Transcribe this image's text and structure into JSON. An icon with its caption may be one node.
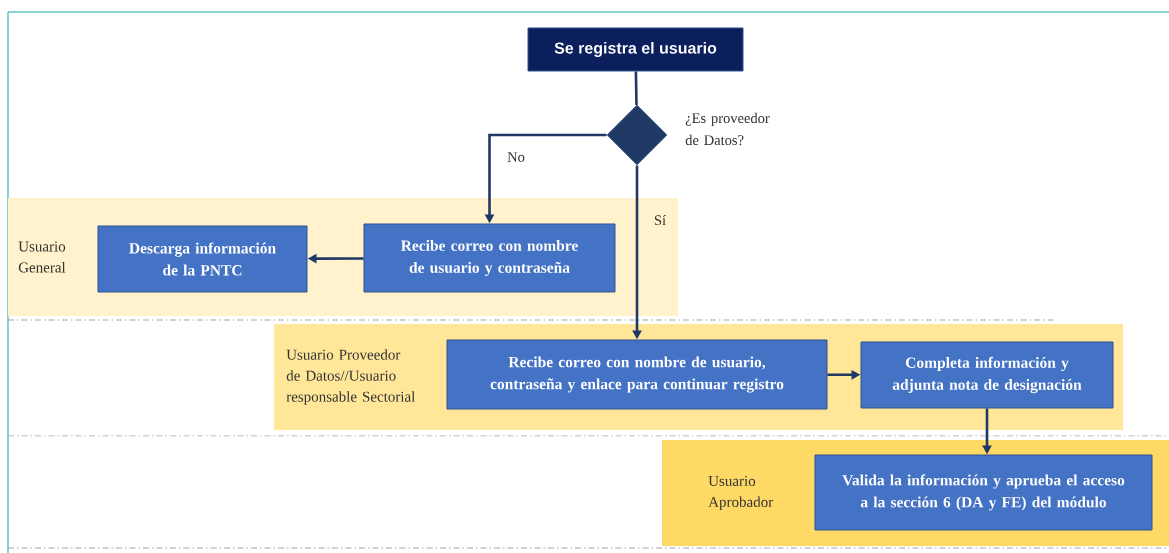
{
  "diagram": {
    "nodes": [
      {
        "text": [
          "Se registra el usuario"
        ]
      },
      {
        "text": [],
        "shape": "diamond",
        "beside": [
          "¿Es proveedor de Datos?"
        ]
      },
      {
        "text": [
          "Usuario General"
        ]
      },
      {
        "text": [
          "Descarga información de la PNTC"
        ],
        "in": 2
      },
      {
        "text": [
          "Recibe correo con nombre de usuario y contraseña"
        ],
        "in": 2
      },
      {
        "text": [
          "Usuario Proveedor de Datos//Usuario responsable Sectorial"
        ]
      },
      {
        "text": [
          "Recibe correo con nombre de usuario, contraseña y enlace para continuar registro"
        ],
        "in": 5
      },
      {
        "text": [
          "Completa información y adjunta nota de designación"
        ],
        "in": 5
      },
      {
        "text": [
          "Usuario Aprobador"
        ]
      },
      {
        "text": [
          "Valida la información y aprueba el acceso a la sección 6 (DA y FE) del módulo"
        ],
        "in": 8
      }
    ],
    "edges": [
      {
        "from": 0,
        "to": 1,
        "arrow": "none"
      },
      {
        "from": 1,
        "to": 4,
        "arrow": "to",
        "label": "No"
      },
      {
        "from": 1,
        "to": 6,
        "arrow": "to",
        "label": "Sí"
      },
      {
        "from": 4,
        "to": 3,
        "arrow": "to"
      },
      {
        "from": 6,
        "to": 7,
        "arrow": "to"
      },
      {
        "from": 7,
        "to": 9,
        "arrow": "to"
      }
    ]
  }
}
